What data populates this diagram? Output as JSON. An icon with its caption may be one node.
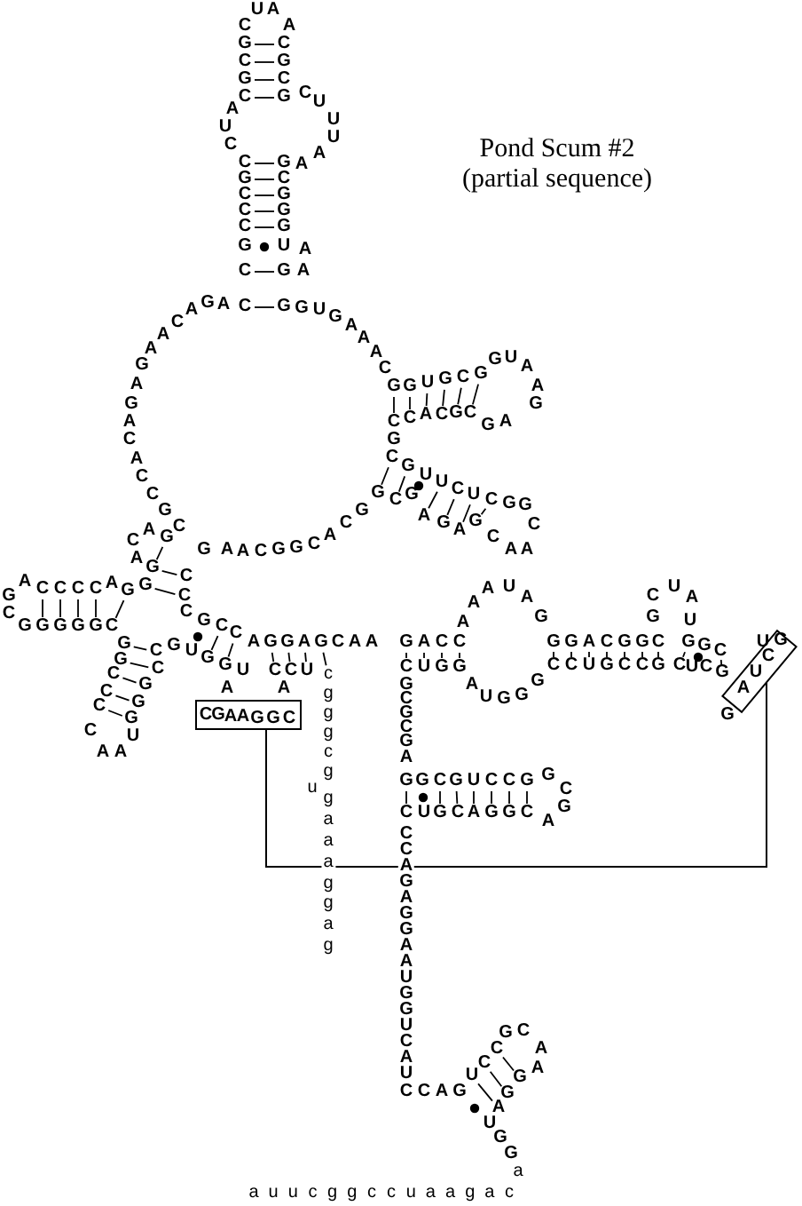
{
  "diagram": {
    "title": "Pond Scum #2 (partial sequence)",
    "nodes": [
      {
        "text": [
          "CGAAGGC"
        ]
      },
      {
        "text": [
          "CUA"
        ]
      }
    ],
    "edges": [
      {
        "from": 0,
        "to": 1,
        "arrow": "none"
      }
    ],
    "labels": [
      "CUAA",
      "GCGC",
      "CGCG",
      "CUUUAA",
      "AUC",
      "CGCCCGCC",
      "GCGGGUGG",
      "AA",
      "ACAGA",
      "GUGAAAC",
      "AGAGACACCG",
      "GGUGCGGUAAG",
      "CCACGCGA",
      "GCGUUCUCGGC",
      "CAG",
      "CG",
      "AACGGCACG",
      "GCGA",
      "GAGCAA",
      "AG",
      "GA",
      "CCCCAGG",
      "CC",
      "AAA",
      "UAG",
      "CG",
      "UAU",
      "CG",
      "GGGGC",
      "CGCCAGGAGCAA",
      "GACC",
      "GGACGGC",
      "GGC",
      "UG",
      "GGCCC",
      "CCGGGU",
      "GUGGUA",
      "CUGG",
      "CCUGCCG",
      "CUCG",
      "CCU",
      "cgggcggaaaggag",
      "AUGGG",
      "A",
      "GCGCGA",
      "G",
      "CAA",
      "u",
      "GC",
      "GGCGUCCG",
      "AG",
      "CUGCAGGC",
      "CCAGAGGAAUGGUCAU",
      "UCCGCA",
      "A",
      "GGAUGG",
      "CCAG",
      "a",
      "a u u c g g c c u a a g a c"
    ]
  }
}
